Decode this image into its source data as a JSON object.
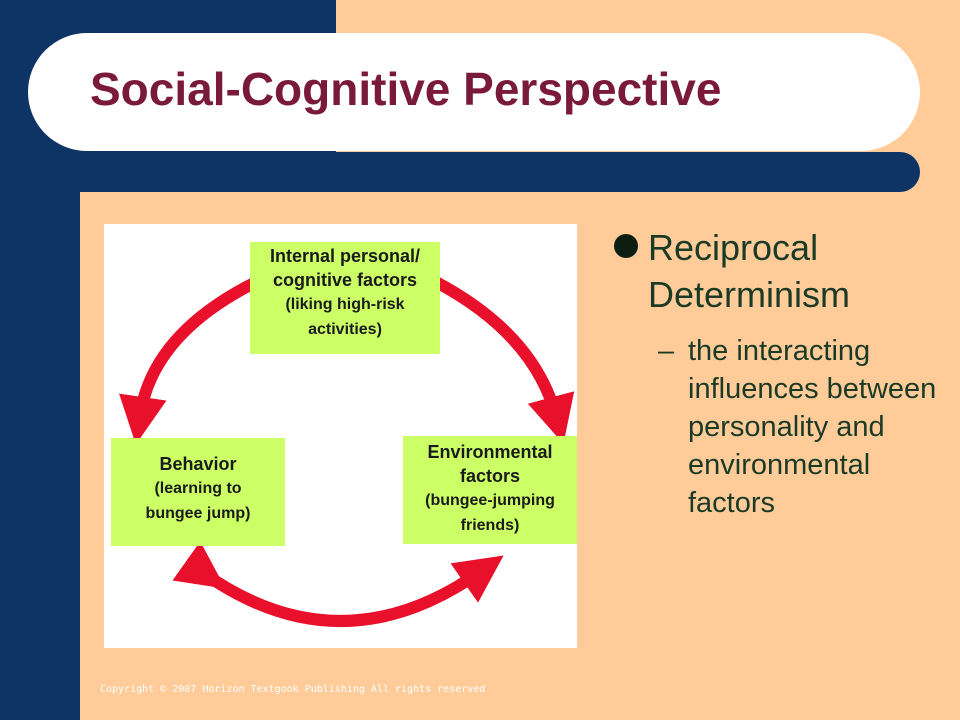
{
  "slide": {
    "title": "Social-Cognitive Perspective",
    "copyright": "Copyright © 2007 Horizon Textgook Publishing All rights reserved"
  },
  "diagram": {
    "nodes": {
      "internal": {
        "head_line1": "Internal personal/",
        "head_line2": "cognitive factors",
        "sub_line1": "(liking high-risk",
        "sub_line2": "activities)"
      },
      "behavior": {
        "head": "Behavior",
        "sub_line1": "(learning to",
        "sub_line2": "bungee jump)"
      },
      "environmental": {
        "head_line1": "Environmental",
        "head_line2": "factors",
        "sub_line1": "(bungee-jumping",
        "sub_line2": "friends)"
      }
    },
    "node_color": "#ccff66",
    "arrow_color": "#e8102a"
  },
  "bullets": {
    "main": "Reciprocal Determinism",
    "sub_dash": "–",
    "sub": "the interacting influences between personality and environmental factors"
  },
  "colors": {
    "background": "#ffcc99",
    "band": "#0e3465",
    "title": "#7a1a3a",
    "bullet_text": "#1a3a25"
  }
}
